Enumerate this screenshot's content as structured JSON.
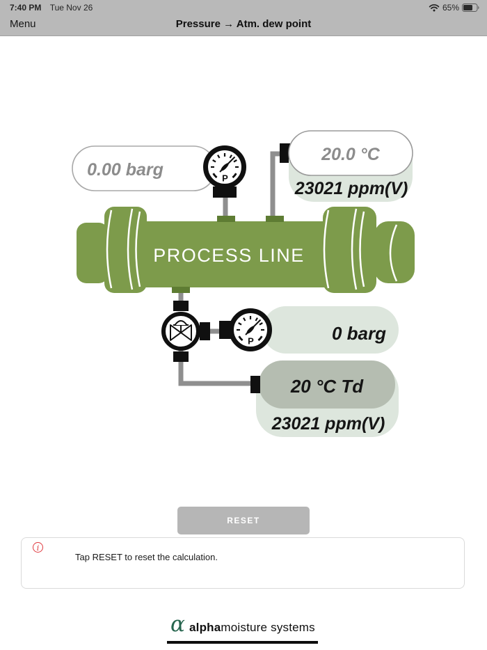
{
  "status_bar": {
    "time": "7:40 PM",
    "date": "Tue Nov 26",
    "battery_percent": "65%"
  },
  "nav_bar": {
    "menu_label": "Menu",
    "title": "Pressure → Atm. dew point"
  },
  "diagram": {
    "pressure_input_value": "0.00 barg",
    "gauge_letter": "P",
    "temperature_input_value": "20.0 °C",
    "moisture_top_value": "23021 ppm(V)",
    "pipe_label": "PROCESS LINE",
    "outlet_pressure_value": "0 barg",
    "dew_point_value": "20 °C Td",
    "moisture_bottom_value": "23021 ppm(V)"
  },
  "actions": {
    "reset_label": "RESET"
  },
  "info": {
    "icon_glyph": "i",
    "message": "Tap RESET to reset the calculation."
  },
  "footer": {
    "alpha_glyph": "α",
    "brand_bold": "alpha",
    "brand_light": "moisture systems"
  },
  "colors": {
    "pipe_green": "#7d9b4b",
    "tab_green": "#5e7c33",
    "pill_light": "#dde6dd",
    "pill_dark": "#b5bdb1",
    "header_gray": "#b9b9b9",
    "reset_gray": "#b6b6b6",
    "info_red": "#e0393e",
    "logo_green": "#26654e",
    "pipe_gray": "#8f8f8f"
  }
}
